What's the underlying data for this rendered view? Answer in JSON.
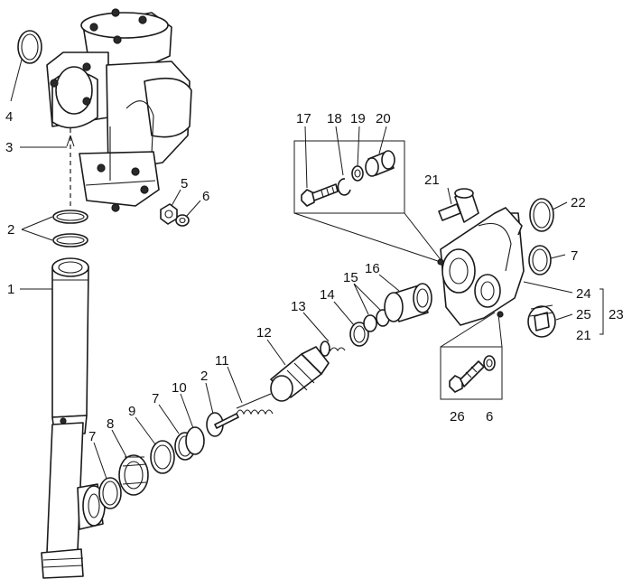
{
  "callouts": {
    "c1": "1",
    "c2a": "2",
    "c2b": "2",
    "c3": "3",
    "c4": "4",
    "c5": "5",
    "c6a": "6",
    "c6b": "6",
    "c7a": "7",
    "c7b": "7",
    "c7c": "7",
    "c8": "8",
    "c9": "9",
    "c10": "10",
    "c11": "11",
    "c12": "12",
    "c13": "13",
    "c14": "14",
    "c15": "15",
    "c16": "16",
    "c17": "17",
    "c18": "18",
    "c19": "19",
    "c20": "20",
    "c21a": "21",
    "c21b": "21",
    "c22": "22",
    "c23": "23",
    "c24": "24",
    "c25": "25",
    "c26": "26"
  }
}
